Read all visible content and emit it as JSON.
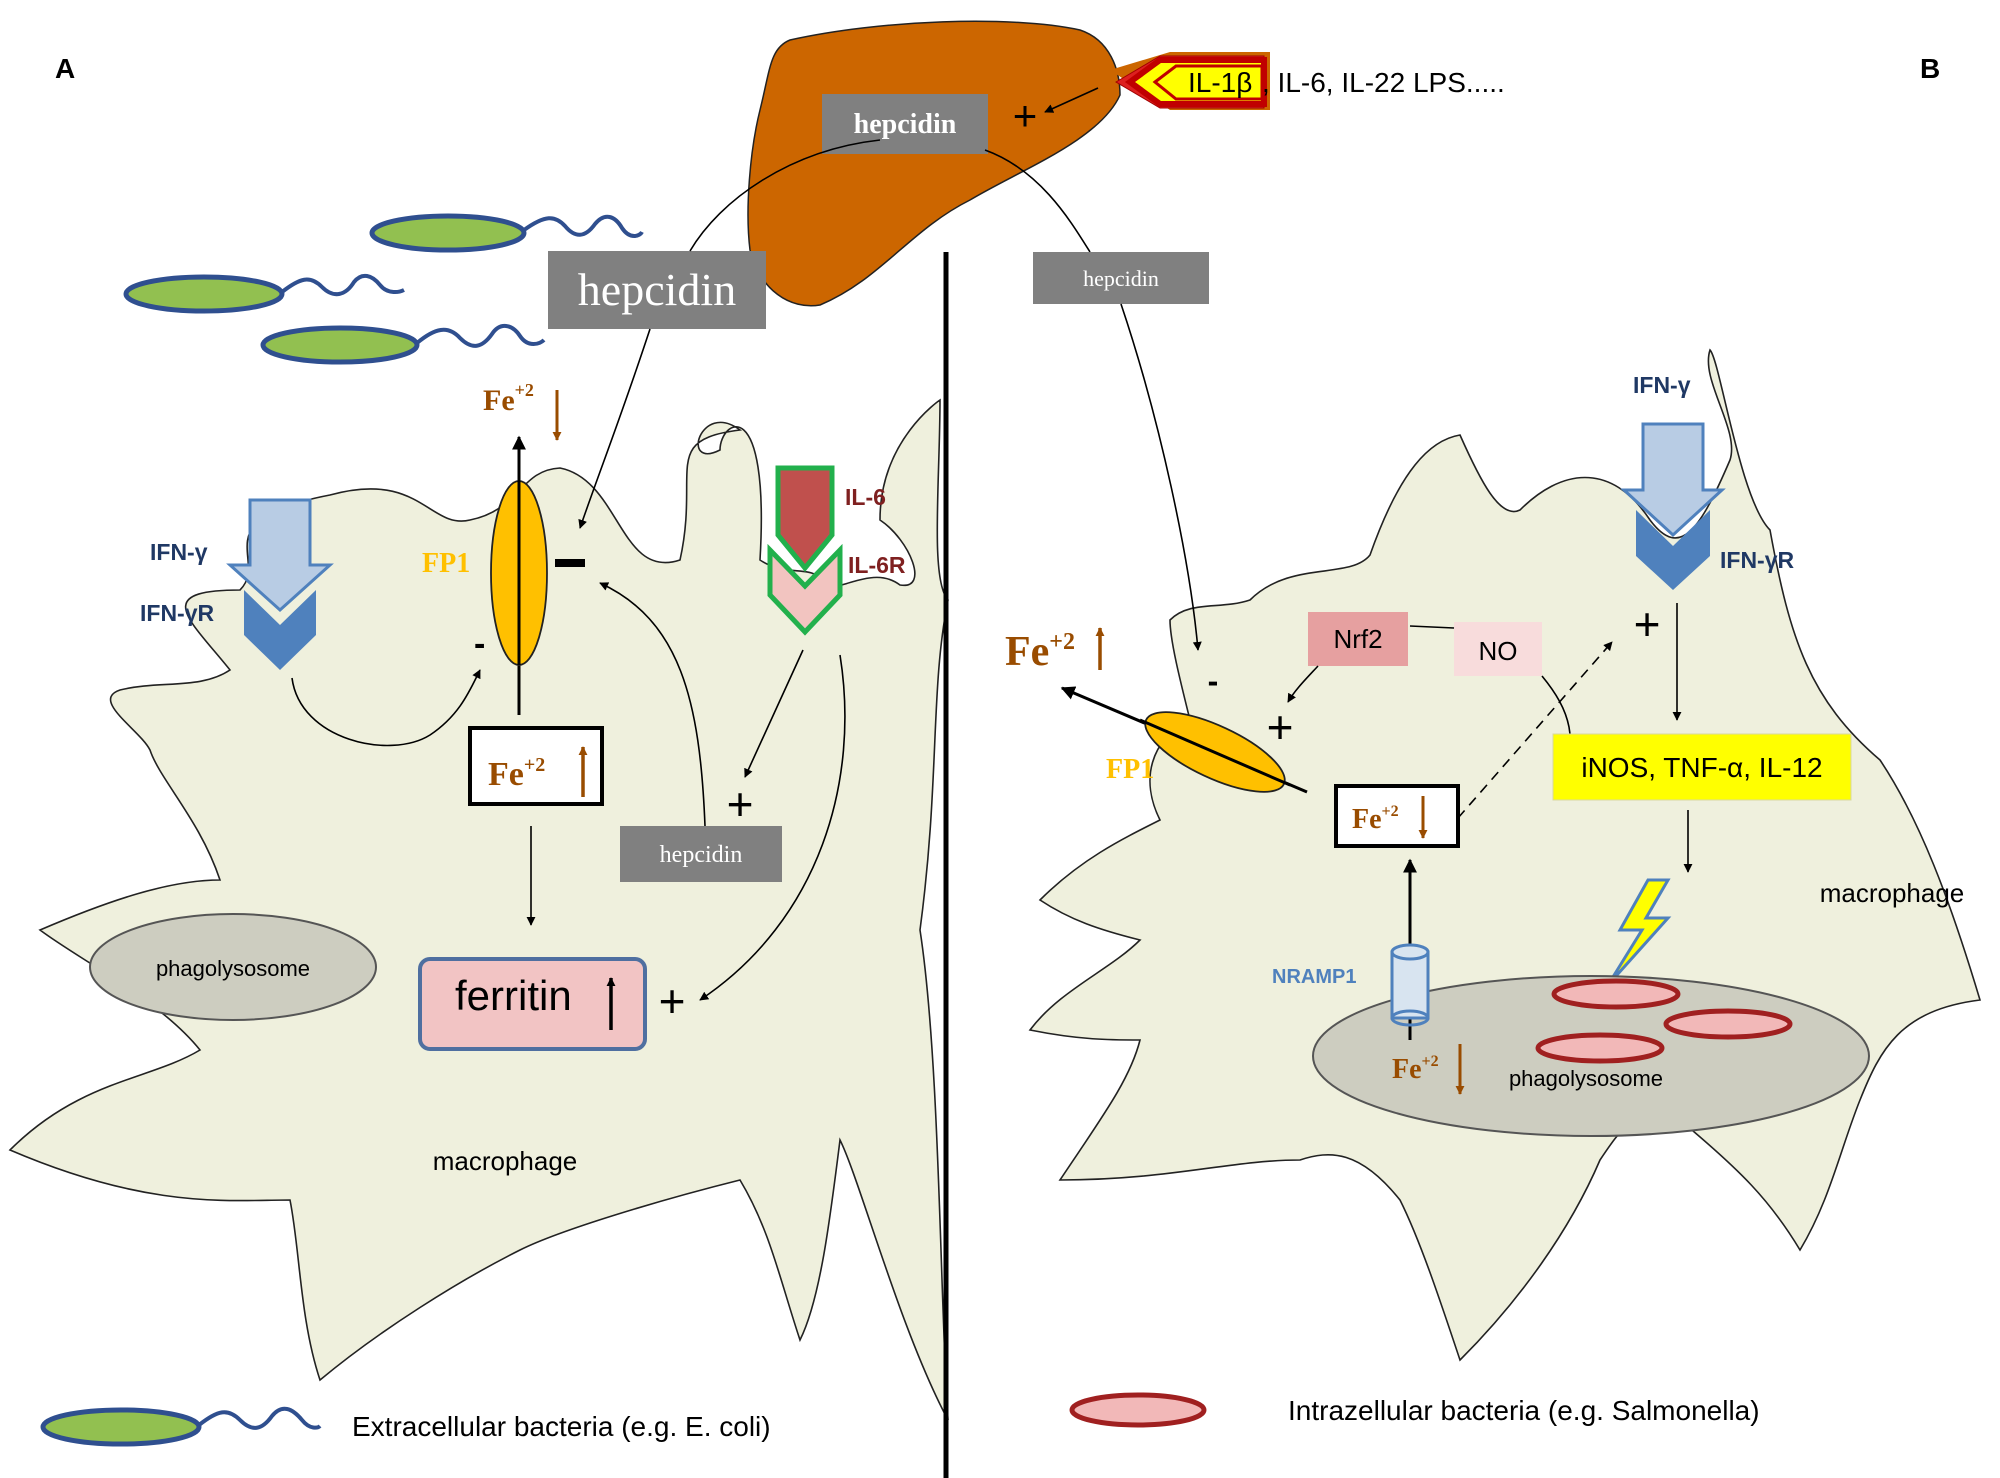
{
  "panels": {
    "a_letter": "A",
    "b_letter": "B"
  },
  "liver": {
    "hepcidin_label": "hepcidin",
    "plus": "+",
    "cytokines_first": "IL-1β",
    "cytokines_rest": ", IL-6, IL-22 LPS....."
  },
  "panel_a": {
    "hepcidin_large": "hepcidin",
    "fe_out": {
      "base": "Fe",
      "sup": "+2"
    },
    "fp1": "FP1",
    "minus_big": "-",
    "minus_small": "-",
    "ifn_gamma": "IFN-γ",
    "ifn_gamma_r": "IFN-γR",
    "il6": "IL-6",
    "il6r": "IL-6R",
    "fe_in": {
      "base": "Fe",
      "sup": "+2"
    },
    "plus_hepcidin": "+",
    "hepcidin_small": "hepcidin",
    "phagolysosome": "phagolysosome",
    "ferritin": "ferritin",
    "plus_ferritin": "+",
    "macrophage": "macrophage"
  },
  "panel_b": {
    "hepcidin": "hepcidin",
    "ifn_gamma": "IFN-γ",
    "ifn_gamma_r": "IFN-γR",
    "fe_out": {
      "base": "Fe",
      "sup": "+2"
    },
    "minus": "-",
    "nrf2": "Nrf2",
    "no": "NO",
    "plus_nrf2": "+",
    "plus_ifn": "+",
    "fp1": "FP1",
    "fe_in": {
      "base": "Fe",
      "sup": "+2"
    },
    "inos": "iNOS, TNF-α, IL-12",
    "macrophage": "macrophage",
    "nramp1": "NRAMP1",
    "fe_phago": {
      "base": "Fe",
      "sup": "+2"
    },
    "phagolysosome": "phagolysosome"
  },
  "legend": {
    "extracellular": "Extracellular bacteria (e.g. E. coli)",
    "intracellular": "Intrazellular bacteria (e.g. Salmonella)"
  },
  "colors": {
    "cell_fill": "#eff0dd",
    "liver": "#cc6600",
    "fp1": "#ffc000",
    "bacteria_green": "#92c050",
    "bacteria_outline": "#2f4f8f",
    "salmonella_fill": "#f2b8b8",
    "salmonella_outline": "#a02020",
    "ifn_arrow": "#b8cce4",
    "ifn_receptor": "#4f81bd",
    "il6_red": "#c0504d",
    "il6r_pink": "#f2c4c0",
    "green_outline": "#22b04c",
    "hepcidin_box": "#808080",
    "ferritin_box": "#f2c4c4",
    "nrf2_box": "#e6a0a0",
    "no_box": "#f8dcdc",
    "inos_box": "#ffff00",
    "brown_text": "#994c00",
    "fp1_text": "#ffc000",
    "ifn_text": "#1f3864",
    "nramp_text": "#4f81bd"
  }
}
